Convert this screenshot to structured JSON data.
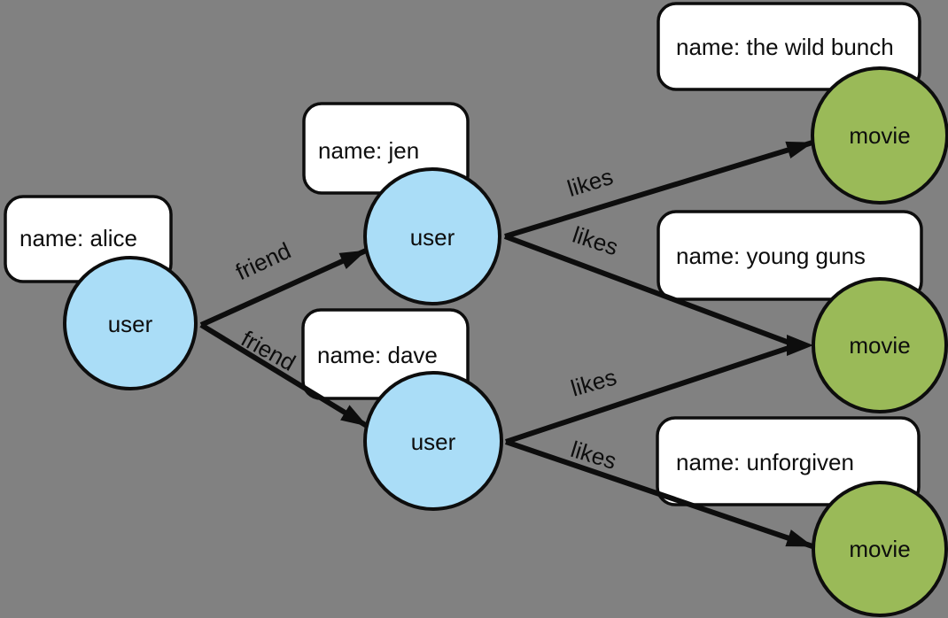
{
  "diagram": {
    "kind": "property-graph",
    "background": "#818181"
  },
  "colors": {
    "user_node": "#aaddf7",
    "movie_node": "#9aba58",
    "box_fill": "#ffffff",
    "stroke": "#0d0d0d"
  },
  "nodes": [
    {
      "id": "alice",
      "kind": "user",
      "label": "user",
      "property": "name: alice"
    },
    {
      "id": "jen",
      "kind": "user",
      "label": "user",
      "property": "name: jen"
    },
    {
      "id": "dave",
      "kind": "user",
      "label": "user",
      "property": "name: dave"
    },
    {
      "id": "wild-bunch",
      "kind": "movie",
      "label": "movie",
      "property": "name: the wild bunch"
    },
    {
      "id": "young-guns",
      "kind": "movie",
      "label": "movie",
      "property": "name: young guns"
    },
    {
      "id": "unforgiven",
      "kind": "movie",
      "label": "movie",
      "property": "name: unforgiven"
    }
  ],
  "edges": [
    {
      "from": "alice",
      "to": "jen",
      "label": "friend"
    },
    {
      "from": "alice",
      "to": "dave",
      "label": "friend"
    },
    {
      "from": "jen",
      "to": "wild-bunch",
      "label": "likes"
    },
    {
      "from": "jen",
      "to": "young-guns",
      "label": "likes"
    },
    {
      "from": "dave",
      "to": "young-guns",
      "label": "likes"
    },
    {
      "from": "dave",
      "to": "unforgiven",
      "label": "likes"
    }
  ]
}
